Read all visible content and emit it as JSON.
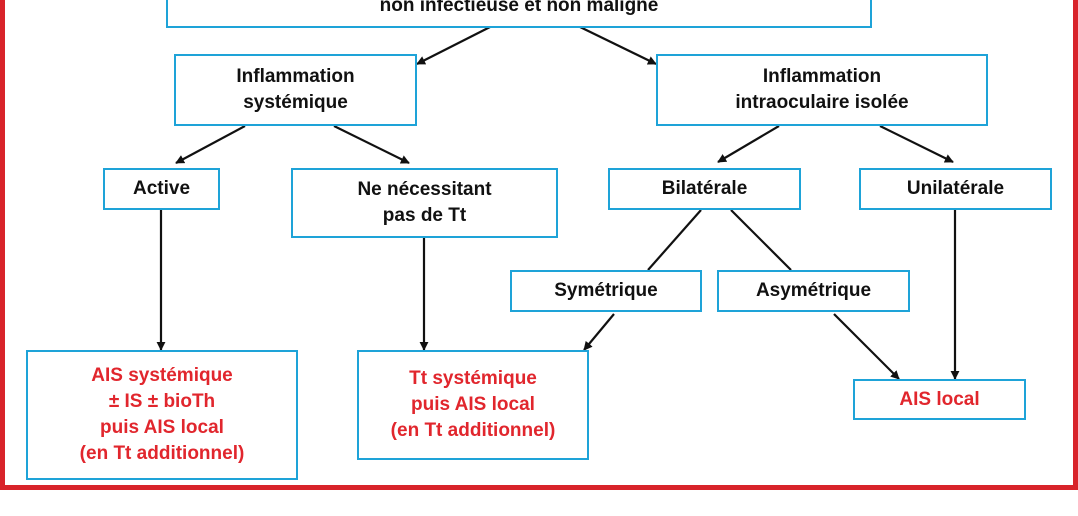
{
  "colors": {
    "frame": "#d8232a",
    "box_border": "#1ea3d8",
    "text": "#111111",
    "recommendation_text": "#e1262d",
    "arrow": "#111111"
  },
  "nodes": {
    "root": {
      "lines": [
        "non infectieuse et non maligne"
      ]
    },
    "systemic": {
      "lines": [
        "Inflammation",
        "systémique"
      ]
    },
    "isolated": {
      "lines": [
        "Inflammation",
        "intraoculaire isolée"
      ]
    },
    "active": {
      "lines": [
        "Active"
      ]
    },
    "no_treatment": {
      "lines": [
        "Ne nécessitant",
        "pas de Tt"
      ]
    },
    "bilateral": {
      "lines": [
        "Bilatérale"
      ]
    },
    "unilateral": {
      "lines": [
        "Unilatérale"
      ]
    },
    "symmetric": {
      "lines": [
        "Symétrique"
      ]
    },
    "asymmetric": {
      "lines": [
        "Asymétrique"
      ]
    },
    "ais_systemic": {
      "lines": [
        "AIS systémique",
        "± IS ± bioTh",
        "puis AIS local",
        "(en Tt additionnel)"
      ]
    },
    "tt_systemic": {
      "lines": [
        "Tt systémique",
        "puis AIS local",
        "(en Tt additionnel)"
      ]
    },
    "ais_local": {
      "lines": [
        "AIS local"
      ]
    }
  }
}
